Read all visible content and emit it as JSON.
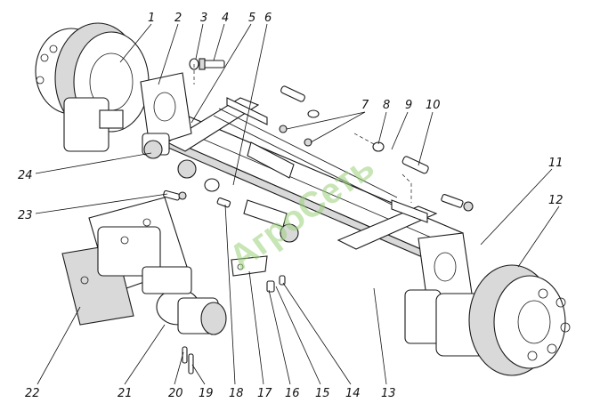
{
  "watermark": "АгроСеть",
  "callouts": [
    "1",
    "2",
    "3",
    "4",
    "5",
    "6",
    "7",
    "8",
    "9",
    "10",
    "11",
    "12",
    "13",
    "14",
    "15",
    "16",
    "17",
    "18",
    "19",
    "20",
    "21",
    "22",
    "23",
    "24"
  ]
}
